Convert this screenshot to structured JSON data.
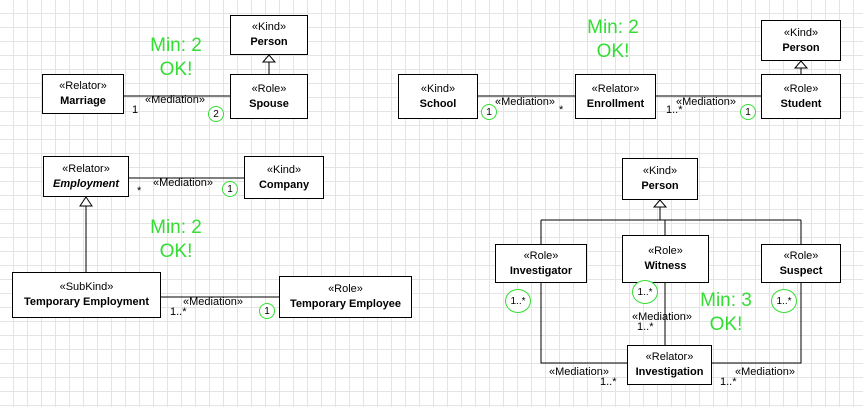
{
  "classes": {
    "person1": {
      "stereotype": "«Kind»",
      "name": "Person"
    },
    "marriage": {
      "stereotype": "«Relator»",
      "name": "Marriage"
    },
    "spouse": {
      "stereotype": "«Role»",
      "name": "Spouse"
    },
    "school": {
      "stereotype": "«Kind»",
      "name": "School"
    },
    "enrollment": {
      "stereotype": "«Relator»",
      "name": "Enrollment"
    },
    "person2": {
      "stereotype": "«Kind»",
      "name": "Person"
    },
    "student": {
      "stereotype": "«Role»",
      "name": "Student"
    },
    "employment": {
      "stereotype": "«Relator»",
      "name": "Employment"
    },
    "company": {
      "stereotype": "«Kind»",
      "name": "Company"
    },
    "temp_employment": {
      "stereotype": "«SubKind»",
      "name": "Temporary Employment"
    },
    "temp_employee": {
      "stereotype": "«Role»",
      "name": "Temporary Employee"
    },
    "person3": {
      "stereotype": "«Kind»",
      "name": "Person"
    },
    "investigator": {
      "stereotype": "«Role»",
      "name": "Investigator"
    },
    "witness": {
      "stereotype": "«Role»",
      "name": "Witness"
    },
    "suspect": {
      "stereotype": "«Role»",
      "name": "Suspect"
    },
    "investigation": {
      "stereotype": "«Relator»",
      "name": "Investigation"
    }
  },
  "associations": {
    "marriage_spouse": {
      "label": "«Mediation»",
      "src_mult": "1"
    },
    "school_enrollment": {
      "label": "«Mediation»",
      "src_mult": "*"
    },
    "enrollment_student": {
      "label": "«Mediation»",
      "src_mult": "1..*"
    },
    "employment_company": {
      "label": "«Mediation»",
      "src_mult": "*"
    },
    "temp": {
      "label": "«Mediation»",
      "src_mult": "1..*"
    },
    "inv_witness": {
      "label": "«Mediation»",
      "src_mult": "1..*"
    },
    "inv_investigator": {
      "label": "«Mediation»",
      "src_mult": "1..*"
    },
    "inv_suspect": {
      "label": "«Mediation»",
      "src_mult": "1..*"
    }
  },
  "highlighted_multiplicities": {
    "spouse": "2",
    "school": "1",
    "student": "1",
    "company": "1",
    "temp_employee": "1",
    "investigator": "1..*",
    "witness": "1..*",
    "suspect": "1..*"
  },
  "notes": {
    "marriage": {
      "line1": "Min: 2",
      "line2": "OK!"
    },
    "enrollment": {
      "line1": "Min: 2",
      "line2": "OK!"
    },
    "employment": {
      "line1": "Min: 2",
      "line2": "OK!"
    },
    "investigation": {
      "line1": "Min: 3",
      "line2": "OK!"
    }
  },
  "colors": {
    "note": "#33dd33",
    "grid": "#e4e4e4",
    "line": "#000000"
  }
}
